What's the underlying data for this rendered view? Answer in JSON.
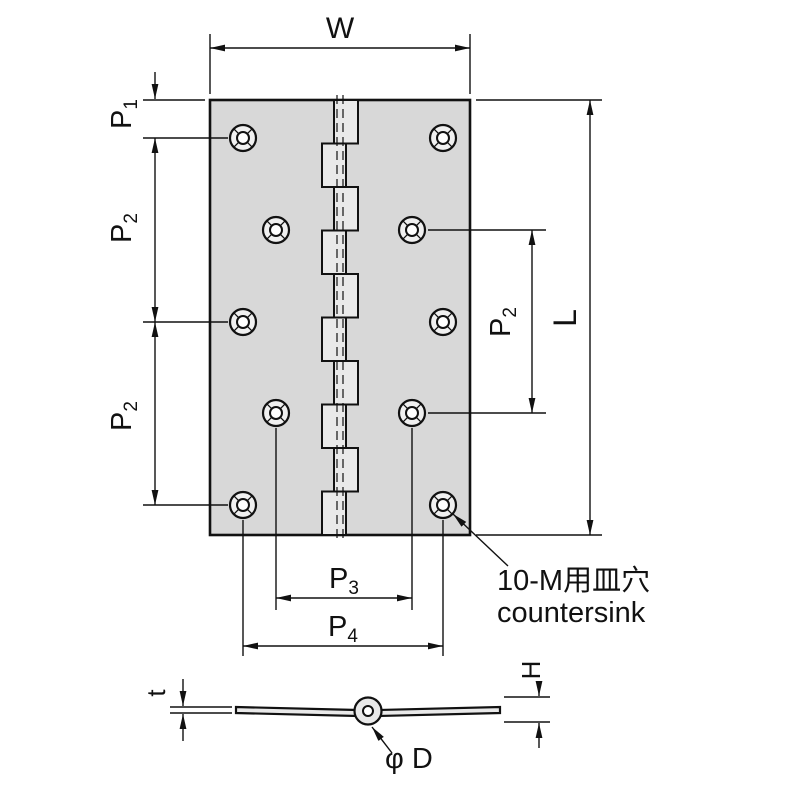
{
  "drawing": {
    "top_view": {
      "dim_w": "W",
      "dim_l": "L",
      "dim_p1": {
        "base": "P",
        "sub": "1"
      },
      "dim_p2_left_upper": {
        "base": "P",
        "sub": "2"
      },
      "dim_p2_left_lower": {
        "base": "P",
        "sub": "2"
      },
      "dim_p2_right": {
        "base": "P",
        "sub": "2"
      },
      "dim_p3": {
        "base": "P",
        "sub": "3"
      },
      "dim_p4": {
        "base": "P",
        "sub": "4"
      }
    },
    "side_view": {
      "dim_t": "t",
      "dim_h": "H",
      "dim_phi_d": "φ D"
    },
    "annotations": {
      "countersink_jp": "10-M用皿穴",
      "countersink_en": "countersink"
    },
    "colors": {
      "line": "#111111",
      "plate_fill": "#d8d8d8",
      "knuckle_fill": "#e9e9e9",
      "background": "#ffffff"
    }
  }
}
